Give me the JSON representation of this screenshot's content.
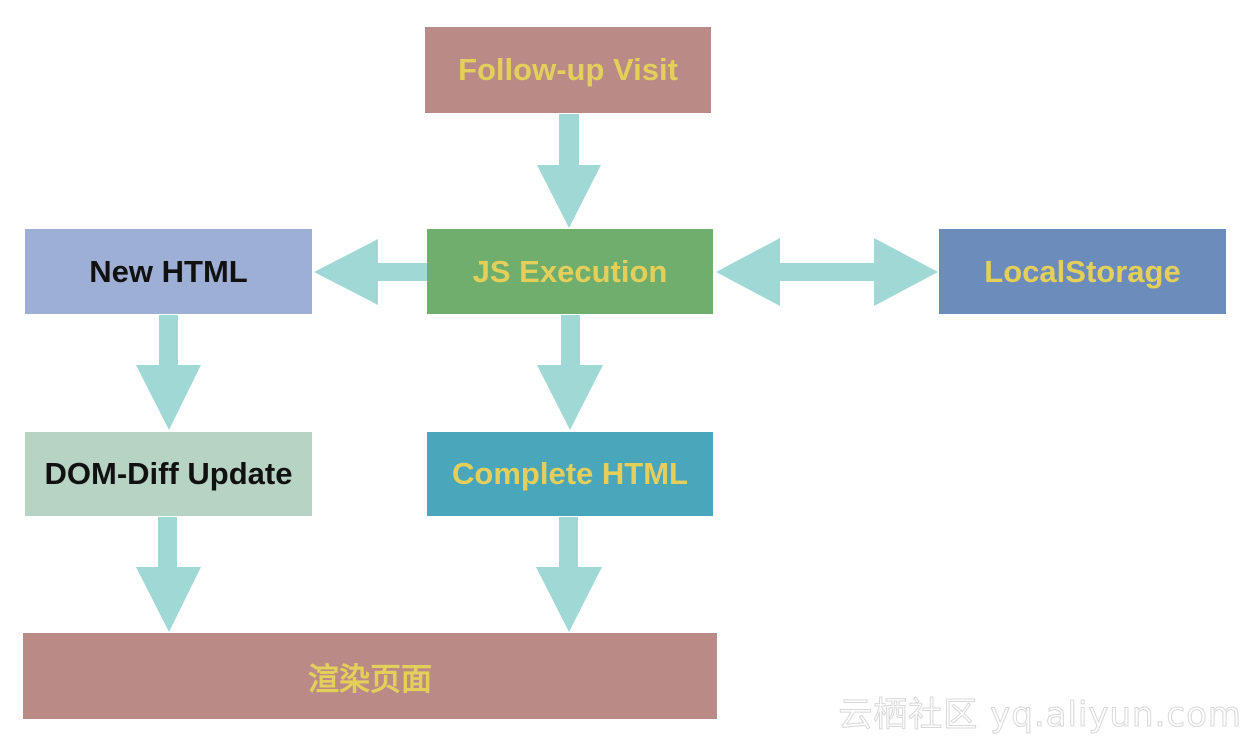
{
  "colors": {
    "arrow": "#9fd8d4",
    "yellow_text": "#e3cf5a",
    "black_text": "#111111",
    "follow_up": "#b98a86",
    "js_exec": "#6fae6d",
    "new_html": "#9eafd5",
    "local_storage": "#6c8cbb",
    "dom_diff": "#b6d3c3",
    "complete_html": "#4aa6bb",
    "render": "#b98a86"
  },
  "nodes": {
    "follow_up_visit": "Follow-up Visit",
    "js_execution": "JS Execution",
    "new_html": "New HTML",
    "local_storage": "LocalStorage",
    "dom_diff_update": "DOM-Diff Update",
    "complete_html": "Complete HTML",
    "render_page": "渲染页面"
  },
  "watermark": "云栖社区 yq.aliyun.com"
}
